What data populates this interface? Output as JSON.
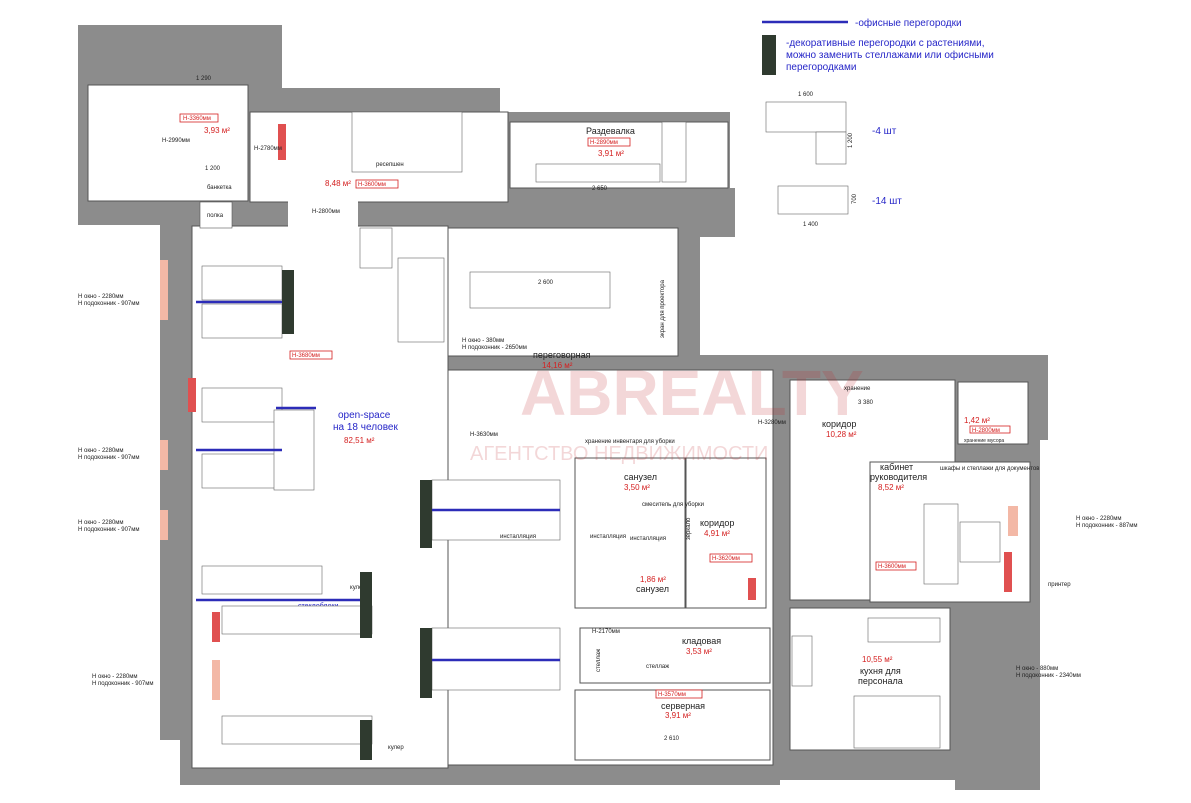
{
  "legend": {
    "partition_label": "-офисные перегородки",
    "decor_label_1": "-декоративные перегородки с растениями,",
    "decor_label_2": "можно заменить стеллажами или офисными",
    "decor_label_3": "перегородками",
    "desk_big_count": "-4 шт",
    "desk_small_count": "-14 шт",
    "desk_big_w": "1 600",
    "desk_big_h": "1 200",
    "desk_small_top": "1 400",
    "desk_small_h": "700"
  },
  "rooms": {
    "tambour": {
      "height": "H-3360мм",
      "area": "3,93 м²",
      "h2": "H-2990мм",
      "dim_top": "1 290",
      "dim_bottom": "1 200"
    },
    "reception": {
      "label": "ресепшен",
      "area": "8,48 м²",
      "height": "H-3600мм",
      "h_left": "H-2780мм",
      "h_door": "H-2800мм"
    },
    "wardrobe": {
      "label": "Раздевалка",
      "height": "H-2890мм",
      "area": "3,91 м²",
      "dim": "2 650"
    },
    "openspace": {
      "label1": "open-space",
      "label2": "на 18 человек",
      "area": "82,51 м²",
      "height": "H-3680мм"
    },
    "meeting": {
      "label": "переговорная",
      "area": "14,16 м²",
      "dim": "2 600",
      "screen": "экран для проектора"
    },
    "wc1": {
      "label": "санузел",
      "area": "3,50 м²",
      "store": "хранение инвентаря для уборки",
      "install": "инсталляция",
      "cleaner": "смеситель для уборки"
    },
    "wc2": {
      "label": "санузел",
      "area": "1,86 м²"
    },
    "corridor1": {
      "label": "коридор",
      "area": "4,91 м²",
      "height": "H-3620мм",
      "mirror": "зеркало"
    },
    "pantry": {
      "label": "кладовая",
      "area": "3,53 м²",
      "rack": "стеллаж",
      "height": "H-2170мм"
    },
    "server": {
      "label": "серверная",
      "area": "3,91 м²",
      "height": "H-3570мм",
      "dim": "2 610"
    },
    "corridor2": {
      "label": "коридор",
      "area": "10,28 м²",
      "storage": "хранение",
      "dim": "3 380",
      "height": "H-3280мм"
    },
    "trash": {
      "area": "1,42 м²",
      "height": "H-2800мм",
      "label": "хранение мусора"
    },
    "office": {
      "label1": "кабинет",
      "label2": "руководителя",
      "area": "8,52 м²",
      "height": "H-3600мм",
      "shelves": "шкафы и стеллажи для документов",
      "printer": "принтер"
    },
    "kitchen": {
      "label1": "кухня для",
      "label2": "персонала",
      "area": "10,55 м²"
    },
    "cooler": "кулер",
    "glass": "стеклоблоки",
    "banquet": "банкетка",
    "shelf": "полка"
  },
  "windows": {
    "w1a": "H окно - 2280мм",
    "w1b": "H подоконник - 907мм",
    "w2a": "H окно - 2280мм",
    "w2b": "H подоконник - 907мм",
    "w3a": "H окно - 2280мм",
    "w3b": "H подоконник - 907мм",
    "w4a": "H окно - 2280мм",
    "w4b": "H подоконник - 907мм",
    "w5a": "H окно - 2280мм",
    "w5b": "H подоконник - 887мм",
    "w6a": "H окно - 880мм",
    "w6b": "H подоконник - 2340мм",
    "meet_a": "H окно - 380мм",
    "meet_b": "H подоконник - 2650мм",
    "mid_h": "H-3630мм"
  },
  "watermark": {
    "brand": "ABREALTY",
    "sub": "АГЕНТСТВО НЕДВИЖИМОСТИ"
  },
  "colors": {
    "wall": "#8c8c8c",
    "partition": "#2c2cb8",
    "text_red": "#d42020"
  }
}
